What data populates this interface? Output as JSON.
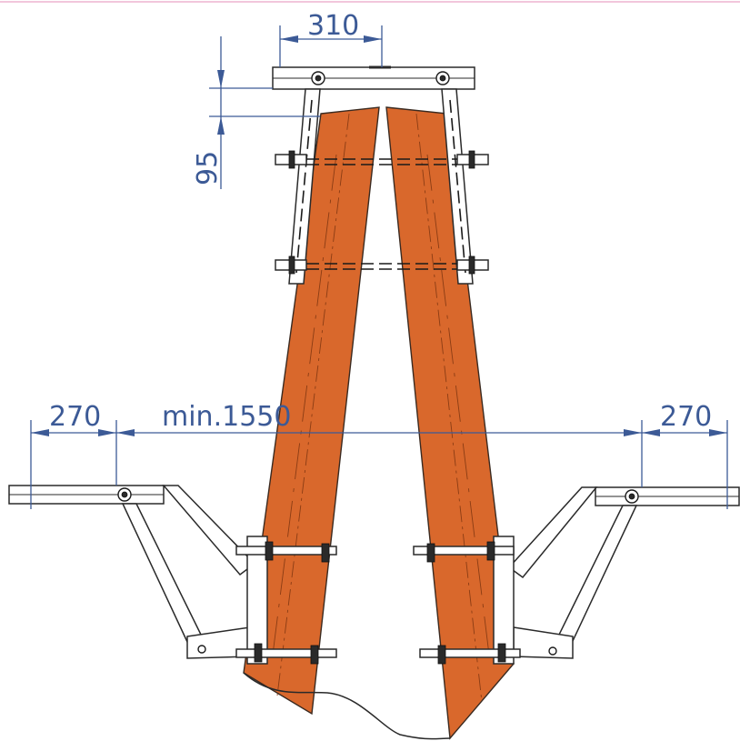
{
  "dimensions": {
    "top_width": "310",
    "top_offset": "95",
    "left_overhang": "270",
    "span": "min.1550",
    "right_overhang": "270"
  },
  "colors": {
    "timber": "#d9682c",
    "dimension": "#3c5a96",
    "steel_outline": "#2a2a2a"
  },
  "icons": [
    "bolt-icon",
    "nut-icon",
    "hole-icon"
  ]
}
